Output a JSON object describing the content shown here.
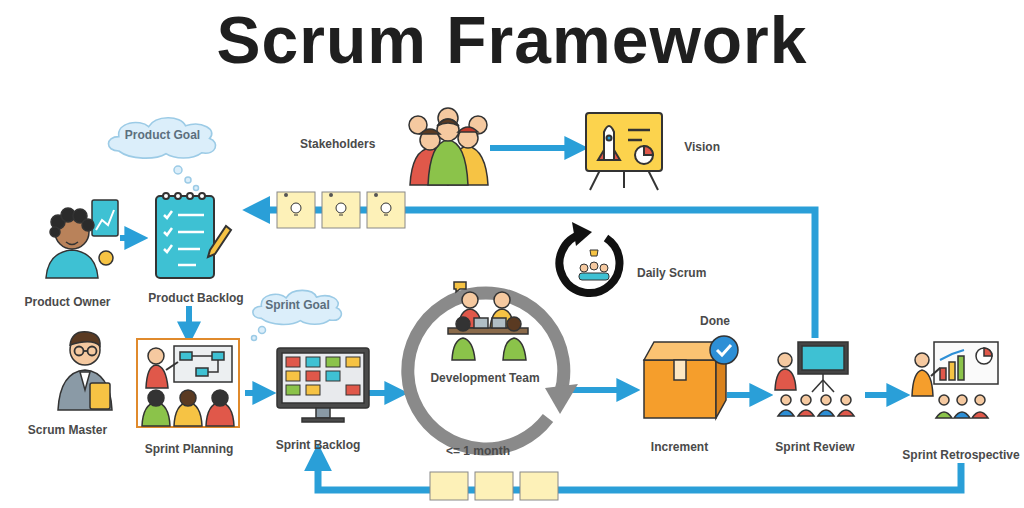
{
  "diagram": {
    "title": "Scrum Framework",
    "nodes": [
      {
        "text": [
          "Product Goal"
        ]
      },
      {
        "text": [
          "Stakeholders"
        ]
      },
      {
        "text": [
          "Vision"
        ]
      },
      {
        "text": [
          "Product Owner"
        ]
      },
      {
        "text": [
          "Product Backlog"
        ]
      },
      {
        "text": [
          "Sprint Goal"
        ]
      },
      {
        "text": [
          "Scrum Master"
        ]
      },
      {
        "text": [
          "Sprint Planning"
        ]
      },
      {
        "text": [
          "Sprint Backlog"
        ]
      },
      {
        "text": [
          "Development Team"
        ]
      },
      {
        "text": [
          "Increment"
        ]
      },
      {
        "text": [
          "Sprint Review"
        ]
      },
      {
        "text": [
          "Sprint Retrospective"
        ]
      }
    ],
    "edges": [
      {
        "from": 1,
        "to": 2,
        "arrow": "to"
      },
      {
        "from": 3,
        "to": 4,
        "arrow": "to"
      },
      {
        "from": 4,
        "to": 7,
        "arrow": "to"
      },
      {
        "from": 7,
        "to": 8,
        "arrow": "to"
      },
      {
        "from": 8,
        "to": 9,
        "arrow": "to"
      },
      {
        "from": 9,
        "to": 10,
        "arrow": "to"
      },
      {
        "from": 10,
        "to": 11,
        "arrow": "to"
      },
      {
        "from": 11,
        "to": 12,
        "arrow": "to"
      },
      {
        "from": 11,
        "to": 4,
        "arrow": "to"
      },
      {
        "from": 12,
        "to": 8,
        "arrow": "to"
      }
    ],
    "labels": [
      "Daily Scrum",
      "Done",
      "<= 1 month"
    ]
  }
}
